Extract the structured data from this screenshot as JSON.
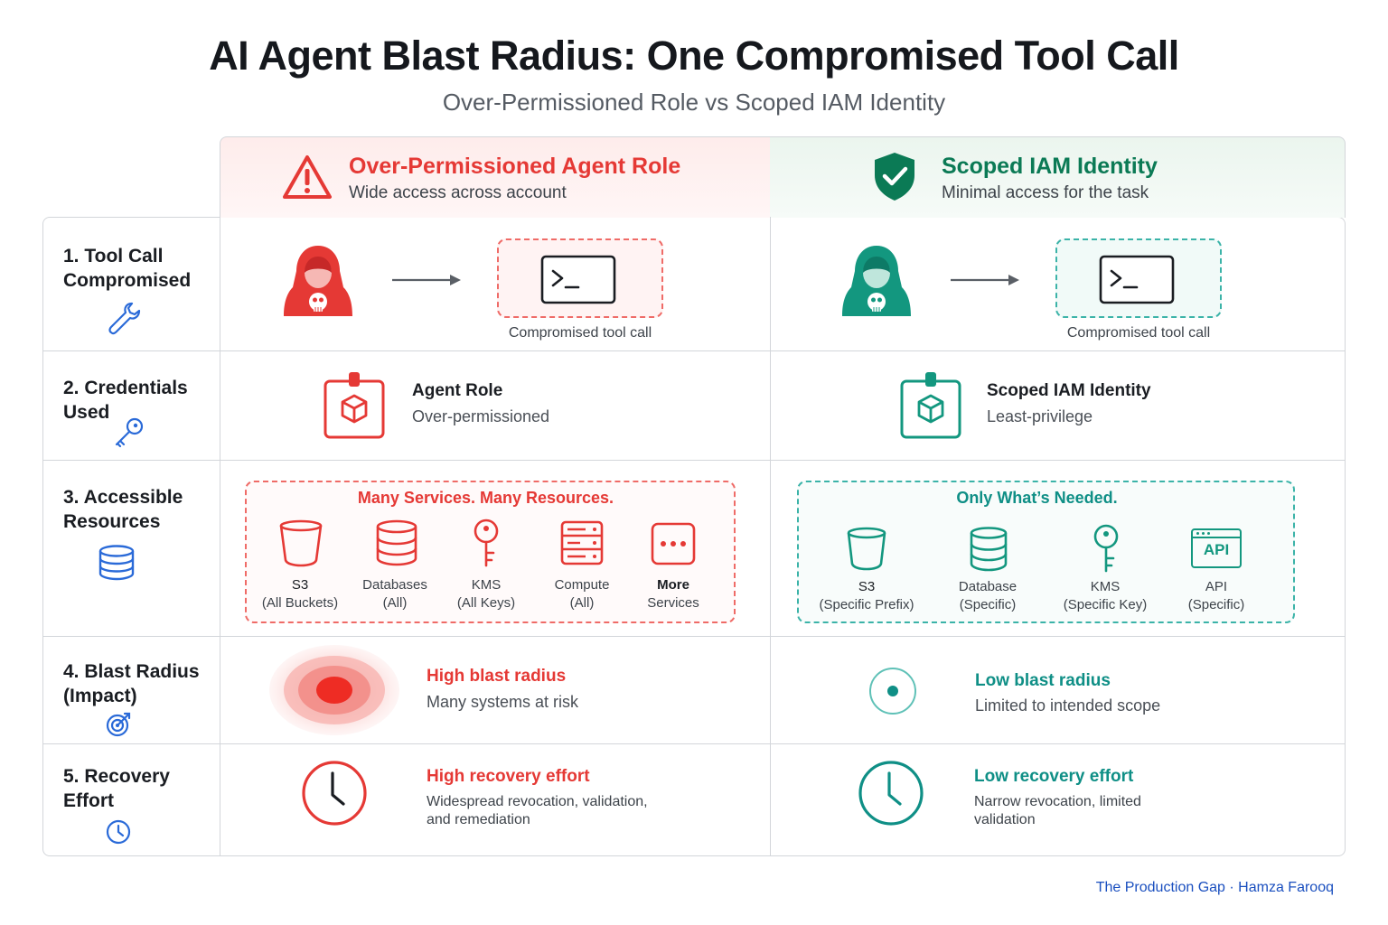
{
  "title": "AI Agent Blast Radius: One Compromised Tool Call",
  "subtitle": "Over-Permissioned Role vs Scoped IAM Identity",
  "columns": {
    "left": {
      "title": "Over-Permissioned Agent Role",
      "subtitle": "Wide access across account",
      "icon": "warning-icon",
      "color": "#e53935"
    },
    "right": {
      "title": "Scoped IAM Identity",
      "subtitle": "Minimal access for the task",
      "icon": "shield-check-icon",
      "color": "#0f8f86"
    }
  },
  "rows": [
    {
      "num": "1.",
      "label": "Tool Call Compromised",
      "icon": "wrench-icon"
    },
    {
      "num": "2.",
      "label": "Credentials Used",
      "icon": "key-icon"
    },
    {
      "num": "3.",
      "label": "Accessible Resources",
      "icon": "database-icon"
    },
    {
      "num": "4.",
      "label": "Blast Radius (Impact)",
      "icon": "target-icon"
    },
    {
      "num": "5.",
      "label": "Recovery Effort",
      "icon": "clock-icon"
    }
  ],
  "row1": {
    "left_caption": "Compromised tool call",
    "right_caption": "Compromised tool call"
  },
  "row2": {
    "left": {
      "title": "Agent Role",
      "subtitle": "Over-permissioned"
    },
    "right": {
      "title": "Scoped IAM Identity",
      "subtitle": "Least-privilege"
    }
  },
  "row3": {
    "left": {
      "title": "Many Services. Many Resources.",
      "items": [
        {
          "name": "S3",
          "scope": "(All Buckets)",
          "icon": "bucket-icon"
        },
        {
          "name": "Databases",
          "scope": "(All)",
          "icon": "database-icon"
        },
        {
          "name": "KMS",
          "scope": "(All Keys)",
          "icon": "key-icon"
        },
        {
          "name": "Compute",
          "scope": "(All)",
          "icon": "server-icon"
        },
        {
          "name": "More",
          "scope": "Services",
          "icon": "more-icon"
        }
      ]
    },
    "right": {
      "title": "Only What’s Needed.",
      "items": [
        {
          "name": "S3",
          "scope": "(Specific Prefix)",
          "icon": "bucket-icon"
        },
        {
          "name": "Database",
          "scope": "(Specific)",
          "icon": "database-icon"
        },
        {
          "name": "KMS",
          "scope": "(Specific Key)",
          "icon": "key-icon"
        },
        {
          "name": "API",
          "scope": "(Specific)",
          "icon": "api-icon",
          "glyph": "API"
        }
      ]
    }
  },
  "row4": {
    "left": {
      "title": "High blast radius",
      "subtitle": "Many systems at risk"
    },
    "right": {
      "title": "Low blast radius",
      "subtitle": "Limited to intended scope"
    }
  },
  "row5": {
    "left": {
      "title": "High recovery effort",
      "line1": "Widespread revocation, validation,",
      "line2": "and remediation"
    },
    "right": {
      "title": "Low recovery effort",
      "line1": "Narrow revocation, limited",
      "line2": "validation"
    }
  },
  "footer": {
    "brand": "The Production Gap",
    "separator": "·",
    "author": "Hamza Farooq"
  }
}
